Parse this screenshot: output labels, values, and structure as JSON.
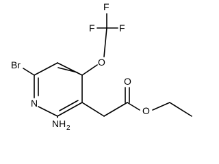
{
  "molecule": {
    "atoms": {
      "f_top": "F",
      "f_left": "F",
      "f_right": "F",
      "o_ether": "O",
      "br": "Br",
      "n_ring": "N",
      "nh2_main": "NH",
      "nh2_sub": "2",
      "o_carbonyl": "O",
      "o_ester": "O"
    }
  },
  "colors": {
    "line": "#000000",
    "background": "#ffffff"
  }
}
